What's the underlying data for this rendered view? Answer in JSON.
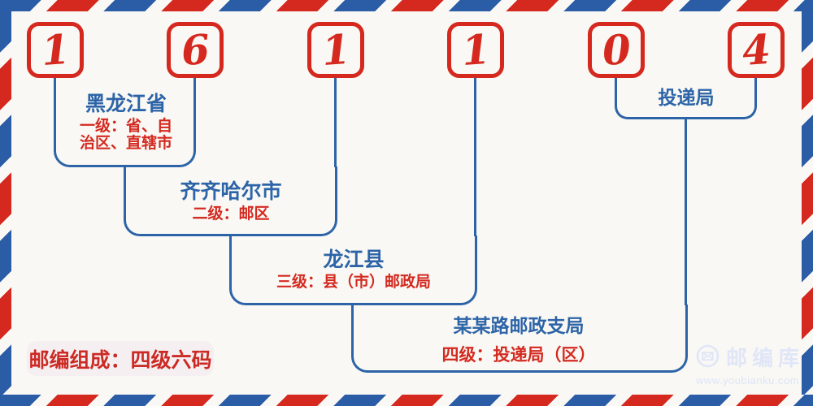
{
  "postal_code": {
    "value": "161104",
    "digits": [
      "1",
      "6",
      "1",
      "1",
      "0",
      "4"
    ]
  },
  "groups": [
    {
      "name": "黑龙江省",
      "desc": [
        "一级：省、自",
        "治区、直辖市"
      ]
    },
    {
      "name": "齐齐哈尔市",
      "desc": [
        "二级：邮区"
      ]
    },
    {
      "name": "龙江县",
      "desc": [
        "三级：县（市）邮政局"
      ]
    },
    {
      "name": "某某路邮政支局",
      "desc": [
        "四级：投递局（区）"
      ]
    },
    {
      "name": "投递局",
      "desc": []
    }
  ],
  "badge": {
    "text": "邮编组成：四级六码"
  },
  "watermark": {
    "brand": "邮编库",
    "url": "www.youbianku.com"
  },
  "colors": {
    "background": "#f9f8f4",
    "stripe_red": "#d5281e",
    "stripe_blue": "#2b5ca6",
    "line_blue": "#2d64a7",
    "name_blue": "#2d64a7",
    "desc_red": "#d42a20",
    "badge_bg": "#f6eff1",
    "watermark": "#e0e6f7"
  }
}
